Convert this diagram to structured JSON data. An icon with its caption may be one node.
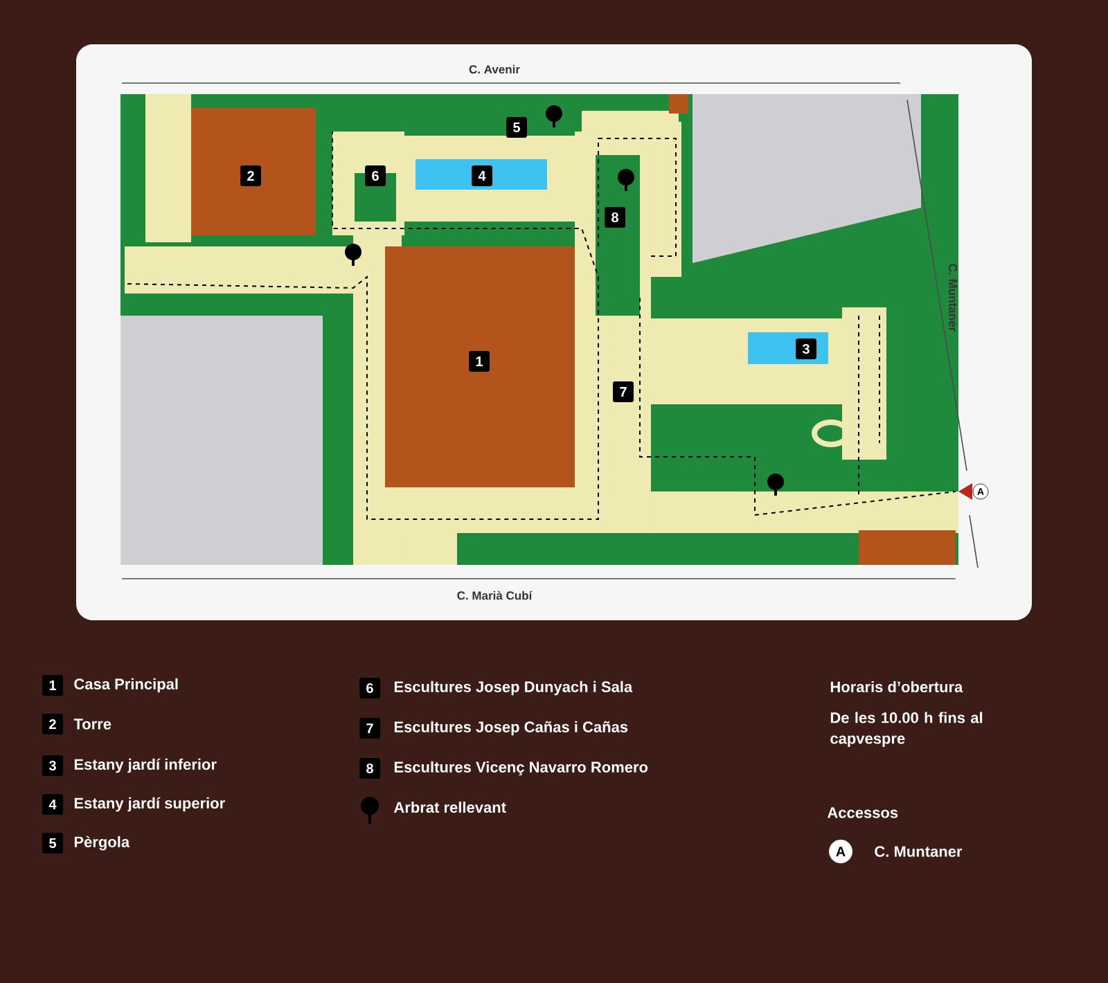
{
  "diagram": {
    "labels": [
      "C. Avenir",
      "5",
      "2",
      "6",
      "4",
      "8",
      "C. Muntaner",
      "1",
      "3",
      "7",
      "A",
      "C. Marià Cubí",
      "1",
      "Casa Principal",
      "2",
      "Torre",
      "3",
      "Estany jardí inferior",
      "4",
      "Estany jardí superior",
      "5",
      "Pèrgola",
      "6",
      "Escultures Josep Dunyach i Sala",
      "7",
      "Escultures Josep Cañas i Cañas",
      "8",
      "Escultures Vicenç Navarro Romero",
      "Arbrat rellevant",
      "Horaris d’obertura",
      "De les 10.00 h fins al capvespre",
      "Accessos",
      "A",
      "C. Muntaner"
    ]
  }
}
